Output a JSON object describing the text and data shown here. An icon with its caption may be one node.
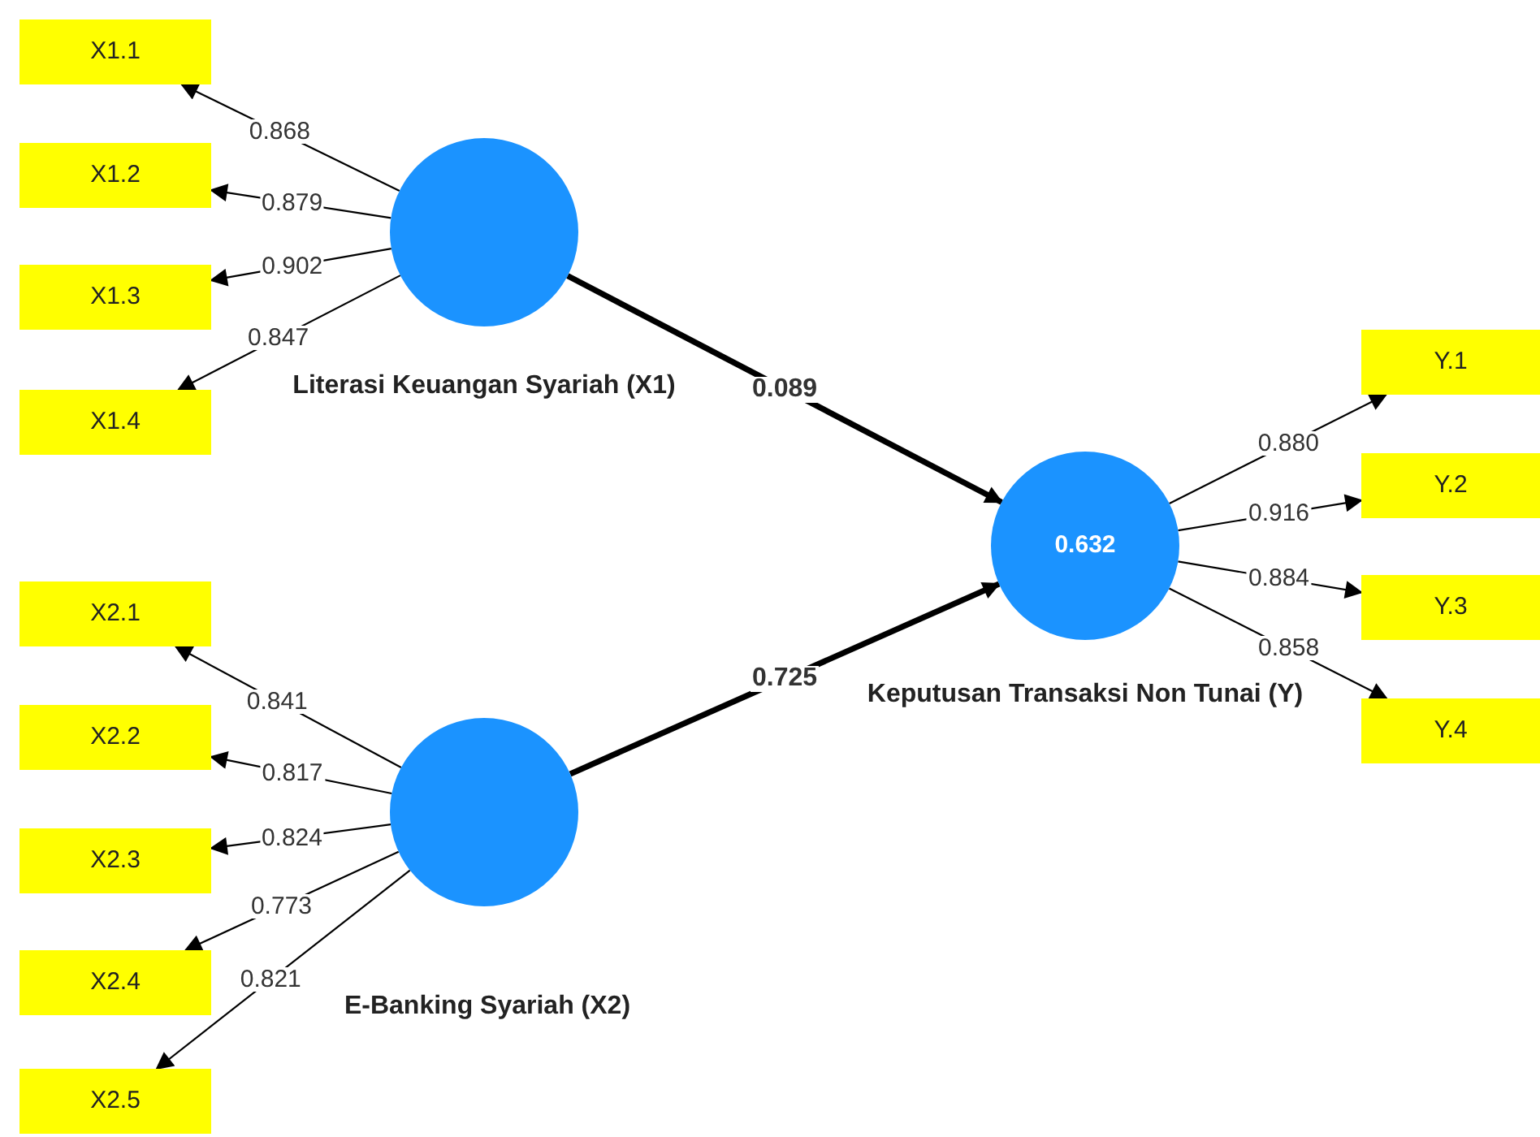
{
  "diagram": {
    "nodes": [
      {
        "text": [
          "X1.1"
        ]
      },
      {
        "text": [
          "X1.2"
        ]
      },
      {
        "text": [
          "X1.3"
        ]
      },
      {
        "text": [
          "X1.4"
        ]
      },
      {
        "text": [
          "Literasi Keuangan Syariah (X1)"
        ]
      },
      {
        "text": [
          "Y.1"
        ]
      },
      {
        "text": [
          "Y.2"
        ]
      },
      {
        "text": [
          "Y.3"
        ]
      },
      {
        "text": [
          "Y.4"
        ]
      },
      {
        "text": [
          "0.632",
          "Keputusan Transaksi Non Tunai (Y)"
        ]
      },
      {
        "text": [
          "X2.1"
        ]
      },
      {
        "text": [
          "X2.2"
        ]
      },
      {
        "text": [
          "X2.3"
        ]
      },
      {
        "text": [
          "X2.4"
        ]
      },
      {
        "text": [
          "X2.5"
        ]
      },
      {
        "text": [
          "E-Banking Syariah (X2)"
        ]
      }
    ],
    "edges": [
      {
        "from": 4,
        "to": 0,
        "arrow": "to",
        "label": "0.868"
      },
      {
        "from": 4,
        "to": 1,
        "arrow": "to",
        "label": "0.879"
      },
      {
        "from": 4,
        "to": 2,
        "arrow": "to",
        "label": "0.902"
      },
      {
        "from": 4,
        "to": 3,
        "arrow": "to",
        "label": "0.847"
      },
      {
        "from": 4,
        "to": 9,
        "arrow": "to",
        "label": "0.089",
        "style": "thick"
      },
      {
        "from": 9,
        "to": 5,
        "arrow": "to",
        "label": "0.880"
      },
      {
        "from": 9,
        "to": 6,
        "arrow": "to",
        "label": "0.916"
      },
      {
        "from": 9,
        "to": 7,
        "arrow": "to",
        "label": "0.884"
      },
      {
        "from": 9,
        "to": 8,
        "arrow": "to",
        "label": "0.858"
      },
      {
        "from": 15,
        "to": 10,
        "arrow": "to",
        "label": "0.841"
      },
      {
        "from": 15,
        "to": 11,
        "arrow": "to",
        "label": "0.817"
      },
      {
        "from": 15,
        "to": 12,
        "arrow": "to",
        "label": "0.824"
      },
      {
        "from": 15,
        "to": 13,
        "arrow": "to",
        "label": "0.773"
      },
      {
        "from": 15,
        "to": 14,
        "arrow": "to",
        "label": "0.821"
      },
      {
        "from": 15,
        "to": 9,
        "arrow": "to",
        "label": "0.725",
        "style": "thick"
      }
    ]
  }
}
